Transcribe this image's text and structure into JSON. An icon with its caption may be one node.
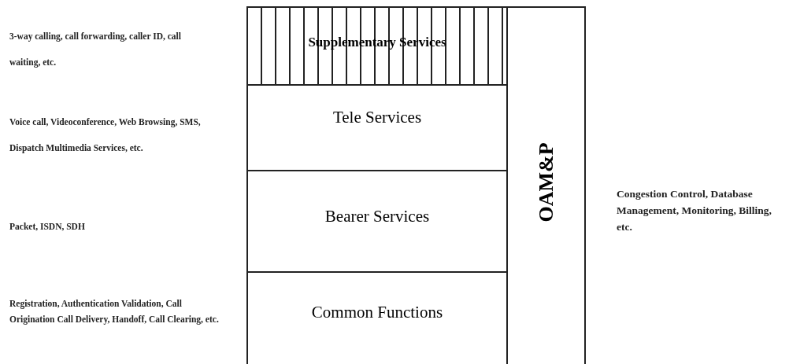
{
  "diagram": {
    "nodes": [
      {
        "text": [
          "Supplementary Services"
        ]
      },
      {
        "text": [
          "Tele Services"
        ]
      },
      {
        "text": [
          "Bearer Services"
        ]
      },
      {
        "text": [
          "Common Functions"
        ]
      },
      {
        "text": [
          "OAM&P"
        ]
      }
    ],
    "labels": [
      "3-way calling, call forwarding, caller ID, call waiting, etc.",
      "Voice call, Videoconference, Web Browsing, SMS, Dispatch Multimedia Services, etc.",
      "Packet, ISDN, SDH",
      "Registration, Authentication Validation, Call Origination Call Delivery, Handoff, Call Clearing, etc.",
      "Congestion Control, Database Management, Monitoring, Billing, etc."
    ]
  }
}
